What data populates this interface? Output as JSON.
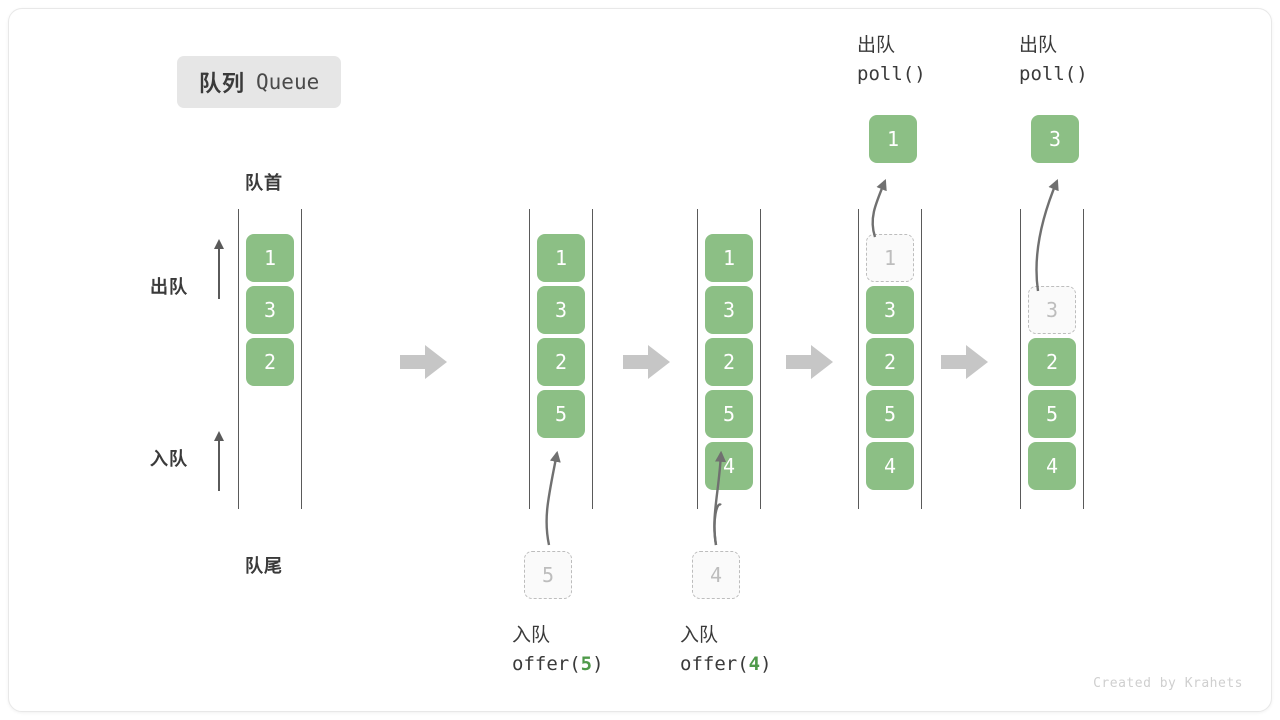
{
  "title": {
    "cn": "队列",
    "en": "Queue"
  },
  "labels": {
    "front": "队首",
    "rear": "队尾",
    "dequeue_side": "出队",
    "enqueue_side": "入队"
  },
  "credit": "Created by Krahets",
  "colors": {
    "accent_green": "#8cbf85",
    "ghost_border": "#bdbdbd",
    "rail": "#5a5a5a",
    "separator_arrow": "#c6c6c6",
    "badge_bg": "#e6e6e6",
    "text": "#3a3a3a"
  },
  "steps": [
    {
      "id": "initial",
      "cells": [
        "1",
        "3",
        "2"
      ],
      "ghost_index": null,
      "empty_slots": 0,
      "caption_cn": "",
      "caption_code": "",
      "caption_arg": "",
      "floating_value": "",
      "floating_kind": ""
    },
    {
      "id": "offer-5",
      "cells": [
        "1",
        "3",
        "2",
        "5"
      ],
      "ghost_index": null,
      "empty_slots": 0,
      "caption_cn": "入队",
      "caption_code_prefix": "offer(",
      "caption_arg": "5",
      "caption_code_suffix": ")",
      "floating_value": "5",
      "floating_kind": "ghost"
    },
    {
      "id": "offer-4",
      "cells": [
        "1",
        "3",
        "2",
        "5",
        "4"
      ],
      "ghost_index": null,
      "empty_slots": 0,
      "caption_cn": "入队",
      "caption_code_prefix": "offer(",
      "caption_arg": "4",
      "caption_code_suffix": ")",
      "floating_value": "4",
      "floating_kind": "ghost"
    },
    {
      "id": "poll-1",
      "cells": [
        "1",
        "3",
        "2",
        "5",
        "4"
      ],
      "ghost_index": 0,
      "empty_slots": 0,
      "caption_cn": "出队",
      "caption_code_prefix": "poll(",
      "caption_arg": "",
      "caption_code_suffix": ")",
      "floating_value": "1",
      "floating_kind": "solid"
    },
    {
      "id": "poll-3",
      "cells": [
        "3",
        "2",
        "5",
        "4"
      ],
      "ghost_index": 0,
      "empty_slots": 1,
      "caption_cn": "出队",
      "caption_code_prefix": "poll(",
      "caption_arg": "",
      "caption_code_suffix": ")",
      "floating_value": "3",
      "floating_kind": "solid"
    }
  ],
  "separators": [
    "arrow-right",
    "arrow-right",
    "arrow-right",
    "arrow-right"
  ]
}
